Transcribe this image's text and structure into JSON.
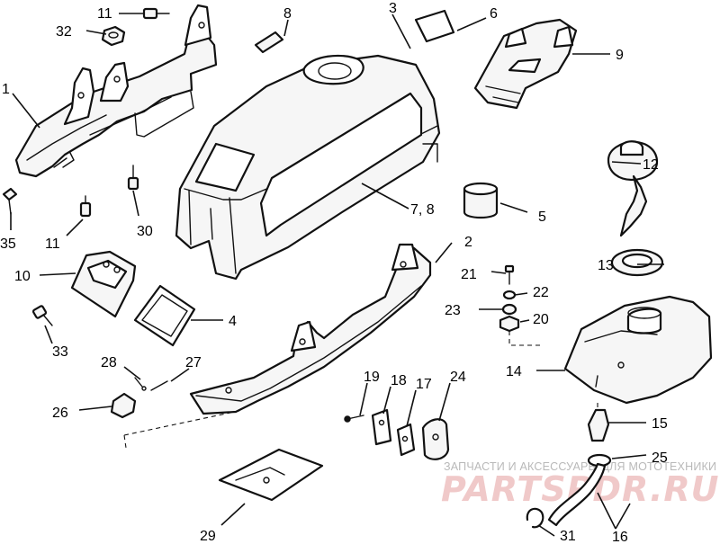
{
  "labels": [
    {
      "id": "p11a",
      "text": "11"
    },
    {
      "id": "p32",
      "text": "32"
    },
    {
      "id": "p8",
      "text": "8"
    },
    {
      "id": "p3",
      "text": "3"
    },
    {
      "id": "p6",
      "text": "6"
    },
    {
      "id": "p9",
      "text": "9"
    },
    {
      "id": "p1",
      "text": "1"
    },
    {
      "id": "p12",
      "text": "12"
    },
    {
      "id": "p35",
      "text": "35"
    },
    {
      "id": "p11b",
      "text": "11"
    },
    {
      "id": "p30",
      "text": "30"
    },
    {
      "id": "p78",
      "text": "7, 8"
    },
    {
      "id": "p5",
      "text": "5"
    },
    {
      "id": "p2",
      "text": "2"
    },
    {
      "id": "p13",
      "text": "13"
    },
    {
      "id": "p10",
      "text": "10"
    },
    {
      "id": "p21",
      "text": "21"
    },
    {
      "id": "p22",
      "text": "22"
    },
    {
      "id": "p23",
      "text": "23"
    },
    {
      "id": "p20",
      "text": "20"
    },
    {
      "id": "p4",
      "text": "4"
    },
    {
      "id": "p33",
      "text": "33"
    },
    {
      "id": "p14",
      "text": "14"
    },
    {
      "id": "p28",
      "text": "28"
    },
    {
      "id": "p27",
      "text": "27"
    },
    {
      "id": "p19",
      "text": "19"
    },
    {
      "id": "p18",
      "text": "18"
    },
    {
      "id": "p17",
      "text": "17"
    },
    {
      "id": "p24",
      "text": "24"
    },
    {
      "id": "p26",
      "text": "26"
    },
    {
      "id": "p15",
      "text": "15"
    },
    {
      "id": "p25",
      "text": "25"
    },
    {
      "id": "p29",
      "text": "29"
    },
    {
      "id": "p31",
      "text": "31"
    },
    {
      "id": "p16",
      "text": "16"
    }
  ],
  "watermark": {
    "caption": "ЗАПЧАСТИ И АКСЕССУАРЫ ДЛЯ МОТОТЕХНИКИ",
    "brand": "PARTSPDR.RU"
  },
  "colors": {
    "line": "#111111",
    "watermark_caption": "#b9b9b9",
    "watermark_brand": "#f0c9c9"
  }
}
